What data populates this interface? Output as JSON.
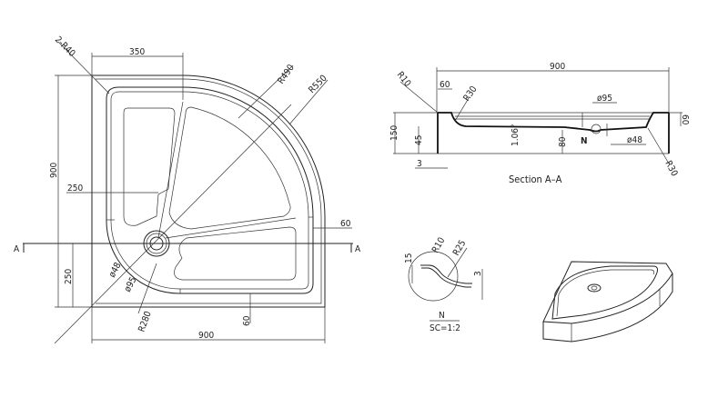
{
  "plan_view": {
    "corner_radius": "2-R40",
    "top_width": "350",
    "height": "900",
    "inner_arc_radius": "R490",
    "outer_arc_radius": "R550",
    "side_offset": "250",
    "rim_width_right": "60",
    "section_marker_left": "A",
    "section_marker_right": "A",
    "drain_offset": "250",
    "drain_inner_diameter": "ø48",
    "drain_outer_diameter": "ø95",
    "front_radius": "R280",
    "rim_width_bottom": "60",
    "width": "900"
  },
  "section_view": {
    "title": "Section A–A",
    "width": "900",
    "edge_radius": "R10",
    "rim_width": "60",
    "inner_radius_left": "R30",
    "drain_outer_diameter": "ø95",
    "total_height": "150",
    "inner_depth": "45",
    "slope": "1.06°",
    "drain_height": "80",
    "detail_marker": "N",
    "drain_inner_diameter": "ø48",
    "rim_height_right": "60",
    "inner_radius_right": "R30",
    "wall_thickness": "3"
  },
  "detail_view": {
    "height": "15",
    "radius_small": "R10",
    "radius_large": "R25",
    "thickness": "3",
    "label": "N",
    "scale": "SC=1:2"
  }
}
